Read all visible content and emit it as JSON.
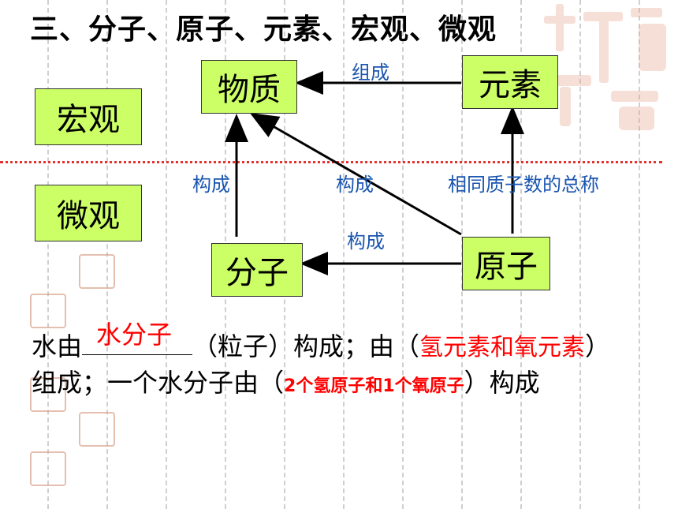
{
  "title": "三、分子、原子、元素、宏观、微观",
  "labels": {
    "macro": "宏观",
    "micro": "微观"
  },
  "nodes": {
    "matter": "物质",
    "element": "元素",
    "molecule": "分子",
    "atom": "原子"
  },
  "edges": {
    "element_to_matter": "组成",
    "molecule_to_matter": "构成",
    "atom_to_matter": "构成",
    "atom_to_molecule": "构成",
    "atom_to_element": "相同质子数的总称"
  },
  "sentence": {
    "line1_prefix": "水由",
    "blank1_answer": "水分子",
    "line1_mid": "（粒子）构成；由（",
    "blank2_answer": "氢元素和氧元素",
    "line1_end": "）",
    "line2_prefix": "组成；一个水分子由（",
    "blank3_answer": "2个氢原子和1个氧原子",
    "line2_end": "）构成"
  },
  "colors": {
    "box_fill": "#ccff66",
    "edge_label": "#1a55b0",
    "answer": "#ff0000",
    "divider": "#e53030"
  }
}
